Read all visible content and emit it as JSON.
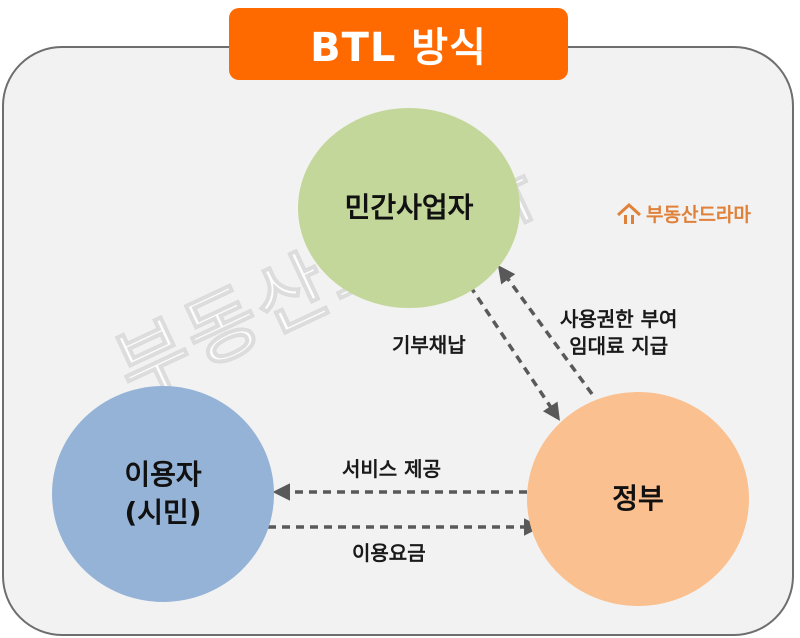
{
  "title": "BTL 방식",
  "nodes": {
    "private": "민간사업자",
    "user": "이용자\n(시민)",
    "government": "정부"
  },
  "edges": {
    "private_to_gov": "기부채납",
    "gov_to_private": "사용권한 부여\n임대료 지급",
    "gov_to_user": "서비스 제공",
    "user_to_gov": "이용요금"
  },
  "watermark": "부동산드라마",
  "logo": {
    "text": "부동산드라마",
    "icon": "house-icon",
    "color": "#e0813a"
  },
  "colors": {
    "title_bg": "#ff6a00",
    "private": "#c4d79b",
    "user": "#95b3d7",
    "government": "#fac090",
    "arrow": "#595959"
  }
}
